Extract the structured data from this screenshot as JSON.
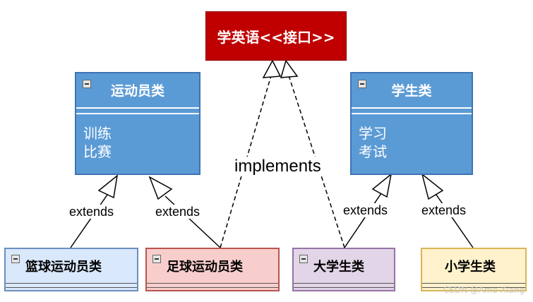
{
  "interface": {
    "title": "学英语<<接口>>"
  },
  "classes": {
    "athlete": {
      "name": "运动员类",
      "methods": [
        "训练",
        "比赛"
      ]
    },
    "student": {
      "name": "学生类",
      "methods": [
        "学习",
        "考试"
      ]
    }
  },
  "subclasses": {
    "basketball": {
      "name": "篮球运动员类"
    },
    "football": {
      "name": "足球运动员类"
    },
    "college": {
      "name": "大学生类"
    },
    "pupil": {
      "name": "小学生类"
    }
  },
  "relations": {
    "implements_label": "implements",
    "extends_label": "extends"
  },
  "colors": {
    "interface_fill": "#c00000",
    "parent_fill": "#5b9bd5",
    "basketball_fill": "#dae8fc",
    "football_fill": "#f8cecc",
    "college_fill": "#e1d5e7",
    "pupil_fill": "#fff2cc"
  },
  "watermark": "CSDN @Amo Xiang"
}
